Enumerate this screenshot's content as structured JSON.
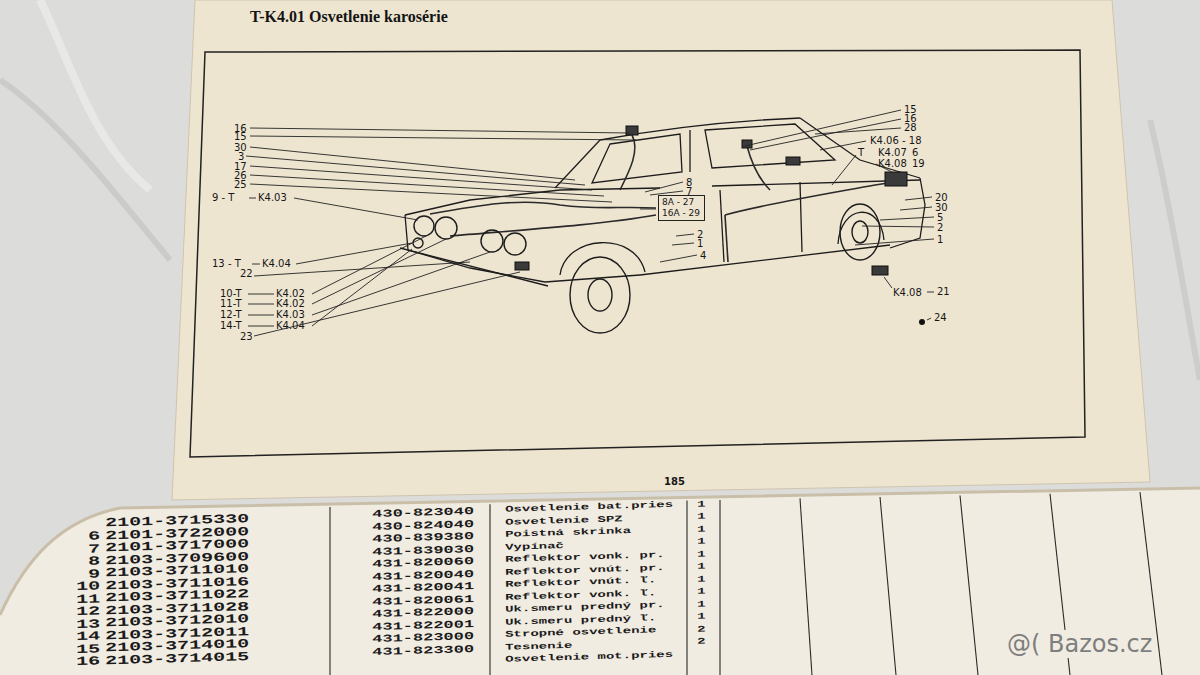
{
  "diagram": {
    "title": "T-K4.01 Osvetlenie karosérie",
    "nodes": [
      {
        "text": [
          "8A - 27",
          "16A - 29"
        ]
      }
    ],
    "labels": [
      "16",
      "15",
      "30",
      "3",
      "17",
      "26",
      "25",
      "9 - T",
      "K4.03",
      "13 - T",
      "K4.04",
      "22",
      "10-T",
      "K4.02",
      "11-T",
      "K4.02",
      "12-T",
      "K4.03",
      "14-T",
      "K4.04",
      "23",
      "8",
      "7",
      "2",
      "1",
      "4",
      "15",
      "16",
      "28",
      "K4.06 - 18",
      "T",
      "K4.07",
      "6",
      "K4.08",
      "19",
      "20",
      "30",
      "5",
      "2",
      "1",
      "K4.08",
      "21",
      "24",
      "185",
      "2101-3715330",
      "430-823040",
      "Osvetlenie bat.pries",
      "1",
      "6",
      "2101-3722000",
      "430-824040",
      "Osvetlenie SPZ",
      "1",
      "7",
      "2101-3717000",
      "430-839380",
      "Poistná skrinka",
      "1",
      "8",
      "2103-3709600",
      "431-839030",
      "Vypínač",
      "1",
      "9",
      "2103-3711010",
      "431-820060",
      "Reflektor vonk. pr.",
      "1",
      "10",
      "2103-3711016",
      "431-820040",
      "Reflektor vnút. pr.",
      "1",
      "11",
      "2103-3711022",
      "431-820041",
      "Reflektor vnút. ľ.",
      "1",
      "12",
      "2103-3711028",
      "431-820061",
      "Reflektor vonk. ľ.",
      "1",
      "13",
      "2103-3712010",
      "431-822000",
      "Uk.smeru predný pr.",
      "1",
      "14",
      "2103-3712011",
      "431-822001",
      "Uk.smeru predný ľ.",
      "1",
      "15",
      "2103-3714010",
      "431-823000",
      "Stropné osvetlenie",
      "2",
      "16",
      "2103-3714015",
      "431-823300",
      "Tesnenie",
      "2",
      "Osvetlenie mot.pries",
      "@( Bazos.cz"
    ]
  }
}
